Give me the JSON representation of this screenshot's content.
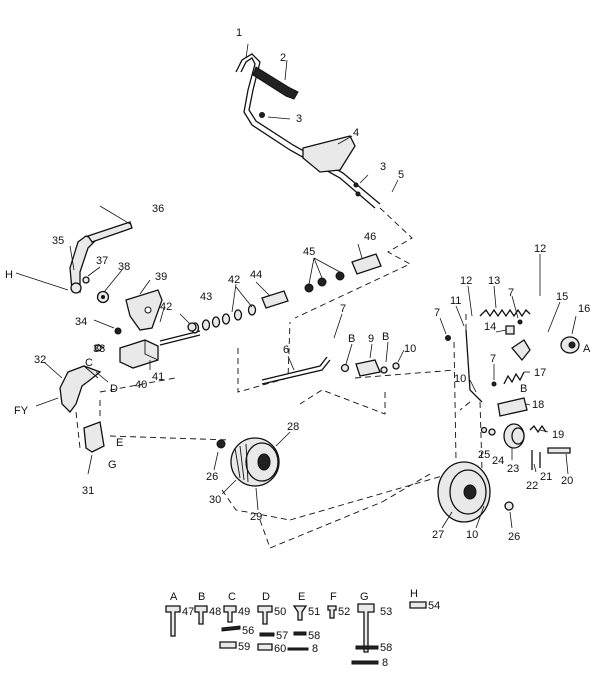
{
  "labels": {
    "p1": "1",
    "p2": "2",
    "p3a": "3",
    "p4": "4",
    "p3b": "3",
    "p5": "5",
    "p36": "36",
    "p35": "35",
    "p37": "37",
    "p38": "38",
    "p39": "39",
    "hLeft": "H",
    "p45": "45",
    "p46": "46",
    "p42a": "42",
    "p44": "44",
    "p43": "43",
    "p42b": "42",
    "p34": "34",
    "p33": "33",
    "cLeft": "C",
    "p32": "32",
    "dLeft": "D",
    "p40": "40",
    "p41": "41",
    "fyLeft": "FY",
    "eLeft": "E",
    "gLeft": "G",
    "p31": "31",
    "p7a": "7",
    "p6": "6",
    "b1": "B",
    "p9": "9",
    "b2": "B",
    "p10a": "10",
    "p28": "28",
    "p26a": "26",
    "p30": "30",
    "p29": "29",
    "p12a": "12",
    "p12b": "12",
    "p13": "13",
    "p11": "11",
    "p15": "15",
    "p16": "16",
    "aRight": "A",
    "p7b": "7",
    "p7c": "7",
    "p14": "14",
    "p7d": "7",
    "p17": "17",
    "p10b": "10",
    "bRight": "B",
    "p18": "18",
    "p19": "19",
    "p25": "25",
    "p24": "24",
    "p23": "23",
    "p21": "21",
    "p22": "22",
    "p20": "20",
    "p27": "27",
    "p10c": "10",
    "p26b": "26"
  },
  "hardware_key": {
    "letters": {
      "A": "A",
      "B": "B",
      "C": "C",
      "D": "D",
      "E": "E",
      "F": "F",
      "G": "G",
      "H": "H"
    },
    "numbers": {
      "n47": "47",
      "n48": "48",
      "n49": "49",
      "n50": "50",
      "n51": "51",
      "n52": "52",
      "n53": "53",
      "n54": "54",
      "n56": "56",
      "n57": "57",
      "n58a": "58",
      "n59": "59",
      "n60": "60",
      "n8a": "8",
      "n58b": "58",
      "n8b": "8"
    }
  }
}
